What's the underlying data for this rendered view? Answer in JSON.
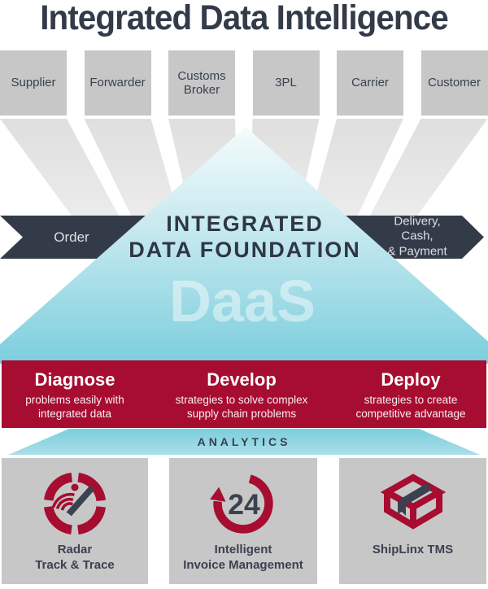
{
  "title": "Integrated Data Intelligence",
  "colors": {
    "navy": "#333b49",
    "red": "#a60d30",
    "box_gray": "#c6c7c6",
    "triangle_blue_top": "#f5fbfc",
    "triangle_blue_bottom": "#7ccedd"
  },
  "parties": [
    {
      "label": "Supplier"
    },
    {
      "label": "Forwarder"
    },
    {
      "label": "Customs Broker"
    },
    {
      "label": "3PL"
    },
    {
      "label": "Carrier"
    },
    {
      "label": "Customer"
    }
  ],
  "flow_band": {
    "left_label": "Order",
    "right_label": "Delivery, Cash,\n& Payment"
  },
  "foundation": {
    "title": "INTEGRATED\nDATA FOUNDATION",
    "watermark": "DaaS"
  },
  "pillars": [
    {
      "heading": "Diagnose",
      "body": "problems easily with\nintegrated data"
    },
    {
      "heading": "Develop",
      "body": "strategies to solve complex\nsupply chain problems"
    },
    {
      "heading": "Deploy",
      "body": "strategies to create\ncompetitive advantage"
    }
  ],
  "analytics_label": "ANALYTICS",
  "products": [
    {
      "label": "Radar\nTrack & Trace",
      "icon": "radar-gauge-icon"
    },
    {
      "label": "Intelligent\nInvoice Management",
      "icon": "24-hour-cycle-icon",
      "badge": "24"
    },
    {
      "label": "ShipLinx TMS",
      "icon": "shipping-box-icon"
    }
  ]
}
